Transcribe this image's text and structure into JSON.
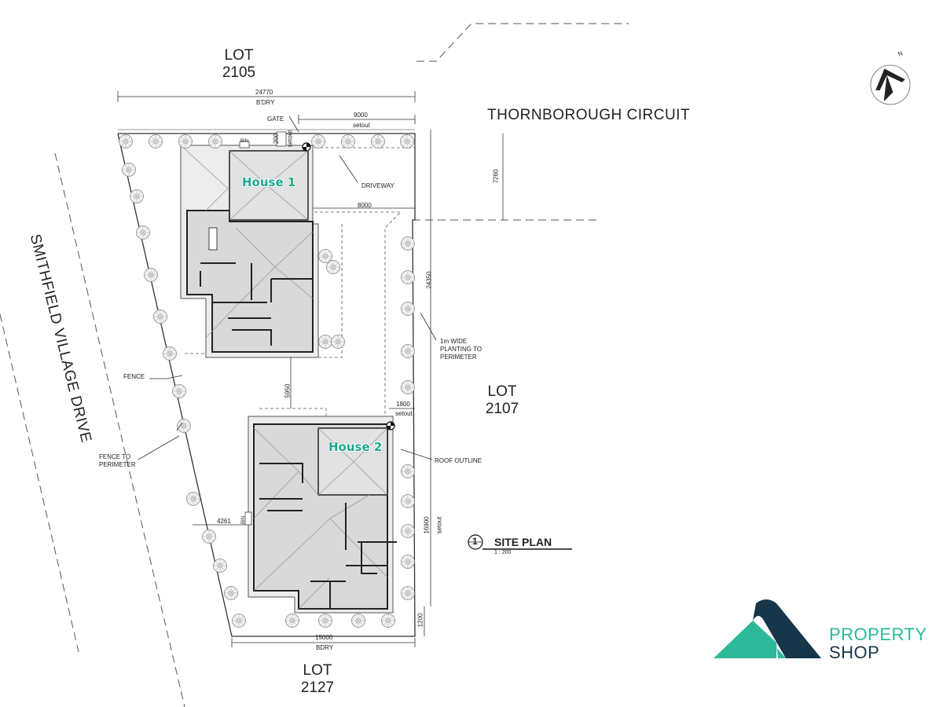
{
  "lots": {
    "north": {
      "word": "LOT",
      "number": "2105"
    },
    "east": {
      "word": "LOT",
      "number": "2107"
    },
    "south": {
      "word": "LOT",
      "number": "2127"
    }
  },
  "roads": {
    "east_road": "THORNBOROUGH CIRCUIT",
    "west_road": "SMITHFIELD VILLAGE DRIVE"
  },
  "houses": [
    "House 1",
    "House 2"
  ],
  "dimensions": {
    "top_boundary": "24770",
    "top_boundary_sub": "B'DRY",
    "gate_setout": "9000",
    "gate_setout_sub": "setout",
    "small_setout": "200",
    "small_setout_sub": "setout",
    "driveway_width": "8000",
    "road_offset": "7260",
    "east_depth": "24350",
    "house_gap": "5950",
    "h2_setout": "1800",
    "h2_setout_sub": "setout",
    "h2_depth": "16900",
    "h2_depth_sub": "setout",
    "west_setback": "4261",
    "bottom_small": "1200",
    "bottom_boundary": "15000",
    "bottom_boundary_sub": "BDRY"
  },
  "notes": {
    "gate": "GATE",
    "bin": "BIN",
    "driveway": "DRIVEWAY",
    "fence": "FENCE",
    "fence_perimeter_1": "FENCE TO",
    "fence_perimeter_2": "PERIMETER",
    "planting_1": "1m WIDE",
    "planting_2": "PLANTING TO",
    "planting_3": "PERIMETER",
    "roof_outline": "ROOF OUTLINE"
  },
  "title": {
    "number": "1",
    "text": "SITE PLAN",
    "scale": "1 : 200"
  },
  "north_arrow": {
    "letter": "N",
    "icon": "north-arrow-icon"
  },
  "brand": {
    "line1": "PROPERTY",
    "line2": "SHOP",
    "teal": "#2bb99a",
    "navy": "#17364a"
  },
  "colors": {
    "house_label": "#1fa890",
    "line": "#333333",
    "fill": "#dcdcdc"
  }
}
